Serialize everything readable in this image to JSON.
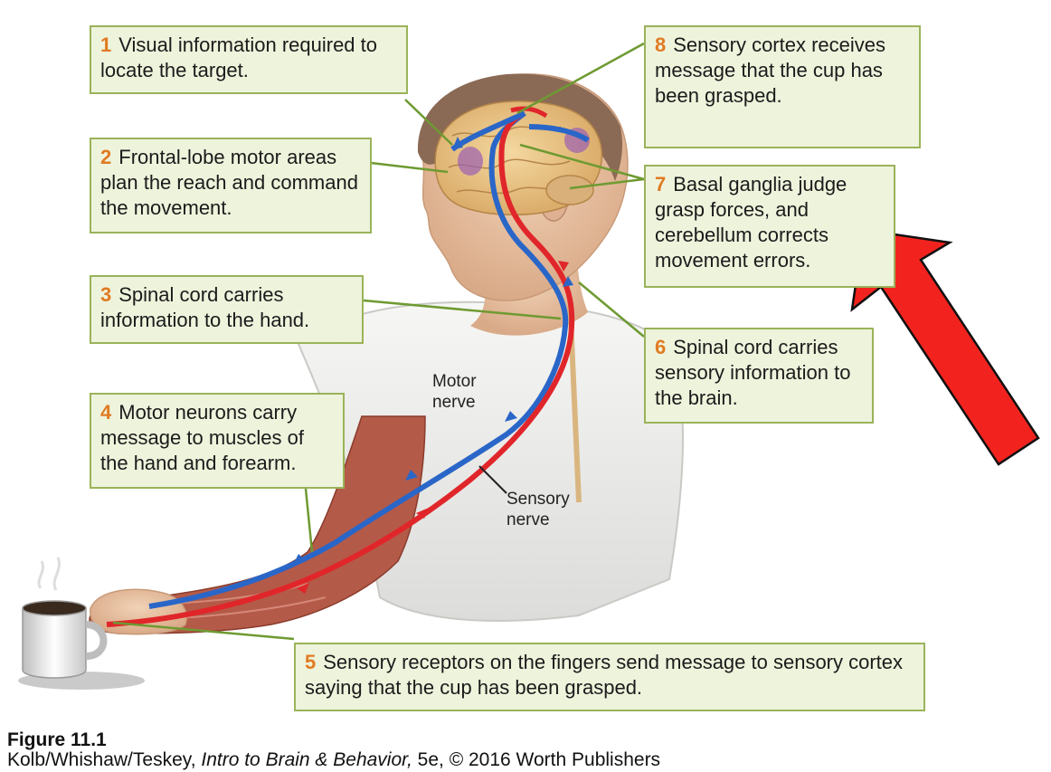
{
  "callouts": [
    {
      "num": "1",
      "text": "Visual information required to locate the target."
    },
    {
      "num": "2",
      "text": "Frontal-lobe motor areas plan the reach and command the movement."
    },
    {
      "num": "3",
      "text": "Spinal cord carries information to the hand."
    },
    {
      "num": "4",
      "text": "Motor neurons carry message to muscles of the hand and forearm."
    },
    {
      "num": "5",
      "text": "Sensory receptors on the fingers send message to sensory cortex saying that the cup has been grasped."
    },
    {
      "num": "6",
      "text": "Spinal cord carries sensory information to the brain."
    },
    {
      "num": "7",
      "text": "Basal ganglia judge grasp forces, and cerebellum corrects movement errors."
    },
    {
      "num": "8",
      "text": "Sensory cortex receives message that the cup has been grasped."
    }
  ],
  "labels": {
    "motor_nerve": "Motor nerve",
    "sensory_nerve": "Sensory nerve"
  },
  "caption": {
    "title": "Figure 11.1",
    "credit_authors": "Kolb/Whishaw/Teskey, ",
    "credit_book": "Intro to Brain & Behavior,",
    "credit_rest": " 5e, © 2016 Worth Publishers"
  },
  "colors": {
    "motor": "#2a66c8",
    "sensory": "#e0262a",
    "callout_border": "#9ab35a",
    "callout_fill": "#eef3dc",
    "number": "#e07b22",
    "big_arrow": "#f2231e"
  }
}
